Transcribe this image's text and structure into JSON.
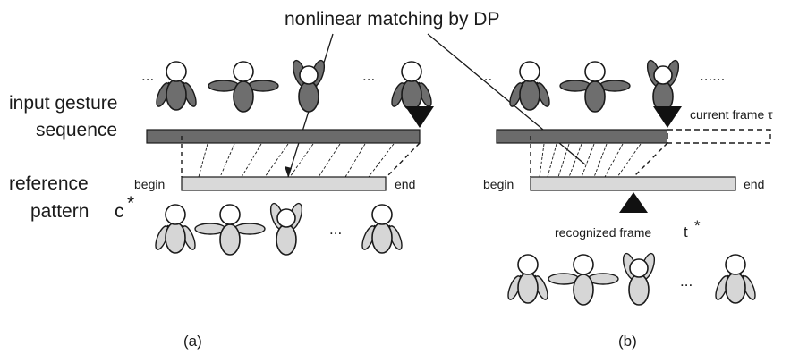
{
  "title": "nonlinear matching by DP",
  "panel_a": {
    "input_label_line1": "input gesture",
    "input_label_line2": "sequence",
    "reference_label_line1": "reference",
    "reference_label_line2": "pattern",
    "reference_symbol": "c",
    "star": "*",
    "begin": "begin",
    "end": "end",
    "ellipsis": "...",
    "caption": "(a)"
  },
  "panel_b": {
    "current_frame_label": "current frame τ",
    "recognized_frame_label": "recognized frame",
    "recognized_symbol": "t",
    "star": "*",
    "begin": "begin",
    "end": "end",
    "ellipsis_left": "...",
    "ellipsis_right": "......",
    "ellipsis_bottom": "...",
    "caption": "(b)"
  },
  "colors": {
    "input_bar": "#6b6b6b",
    "reference_bar": "#d9d9d9",
    "dark_figure": "#6e6e6e",
    "light_figure": "#d6d6d6",
    "outline": "#1a1a1a"
  },
  "icons": [
    "person-arms-down-icon",
    "person-arms-side-icon",
    "person-arms-up-icon",
    "marker-triangle-icon"
  ]
}
